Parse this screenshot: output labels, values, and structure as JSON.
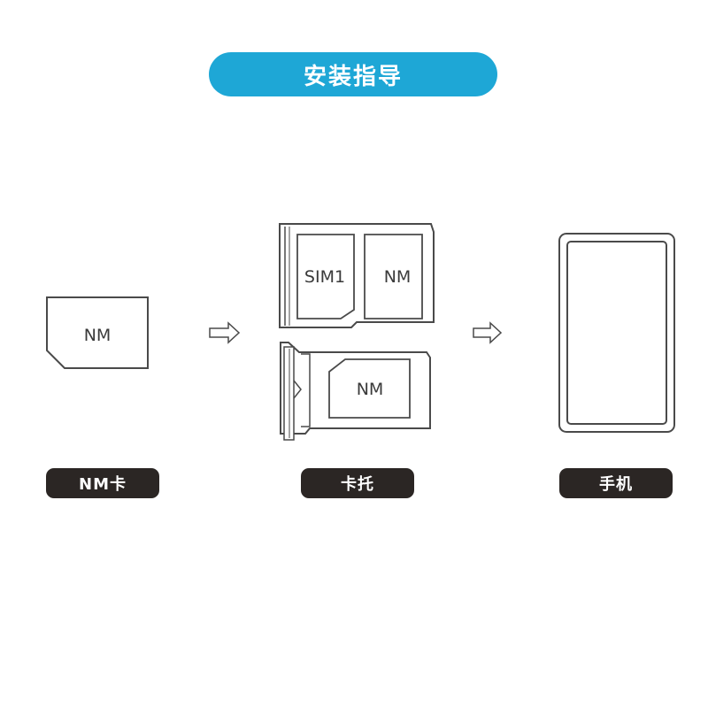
{
  "title": "安装指导",
  "nm_card": {
    "text": "NM"
  },
  "tray": {
    "top_slot_left": "SIM1",
    "top_slot_right": "NM",
    "bottom_slot": "NM"
  },
  "labels": {
    "card": "NM卡",
    "tray": "卡托",
    "phone": "手机"
  },
  "icons": {
    "arrow_1": "right-arrow-icon",
    "arrow_2": "right-arrow-icon"
  },
  "colors": {
    "title_bg": "#1ea7d6",
    "label_bg": "#2b2624",
    "line": "#4a4a4a"
  }
}
